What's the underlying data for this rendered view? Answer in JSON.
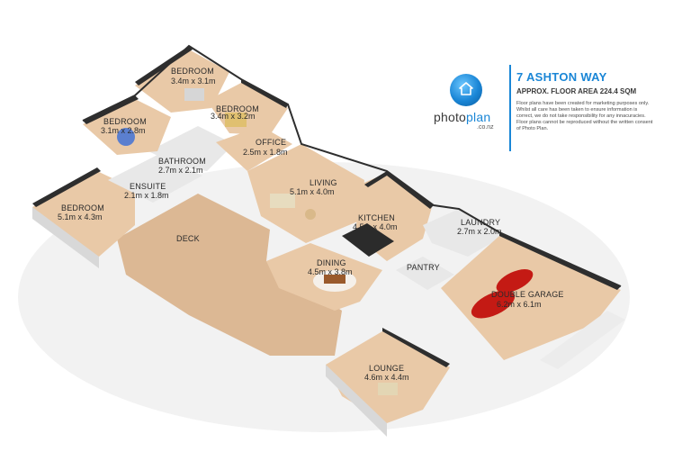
{
  "brand": {
    "logo_text_a": "photo",
    "logo_text_b": "plan",
    "logo_sub": ".co.nz",
    "address": "7 ASHTON WAY",
    "floor_area": "APPROX. FLOOR AREA 224.4 SQM",
    "disclaimer": "Floor plans have been created for marketing purposes only. Whilst all care has been taken to ensure information is correct, we do not take responsibility for any innacuracies. Floor plans cannot be reproduced without the written consent of Photo Plan."
  },
  "rooms": {
    "bedroom1": {
      "name": "BEDROOM",
      "dims": "3.4m x 3.1m"
    },
    "bedroom2": {
      "name": "BEDROOM",
      "dims": "3.4m x 3.2m"
    },
    "bedroom3": {
      "name": "BEDROOM",
      "dims": "3.1m x 2.8m"
    },
    "office": {
      "name": "OFFICE",
      "dims": "2.5m x 1.8m"
    },
    "bathroom": {
      "name": "BATHROOM",
      "dims": "2.7m x 2.1m"
    },
    "ensuite": {
      "name": "ENSUITE",
      "dims": "2.1m x 1.8m"
    },
    "bedroom4": {
      "name": "BEDROOM",
      "dims": "5.1m x 4.3m"
    },
    "living": {
      "name": "LIVING",
      "dims": "5.1m x 4.0m"
    },
    "kitchen": {
      "name": "KITCHEN",
      "dims": "4.5m x 4.0m"
    },
    "laundry": {
      "name": "LAUNDRY",
      "dims": "2.7m x 2.0m"
    },
    "deck": {
      "name": "DECK",
      "dims": ""
    },
    "dining": {
      "name": "DINING",
      "dims": "4.5m x 3.8m"
    },
    "pantry": {
      "name": "PANTRY",
      "dims": ""
    },
    "garage": {
      "name": "DOUBLE GARAGE",
      "dims": "6.2m x 6.1m"
    },
    "lounge": {
      "name": "LOUNGE",
      "dims": "4.6m x 4.4m"
    }
  },
  "colors": {
    "accent": "#1a86d6",
    "floor": "#e9c9a7",
    "wall": "#2e2e2e",
    "car": "#c41a14"
  }
}
